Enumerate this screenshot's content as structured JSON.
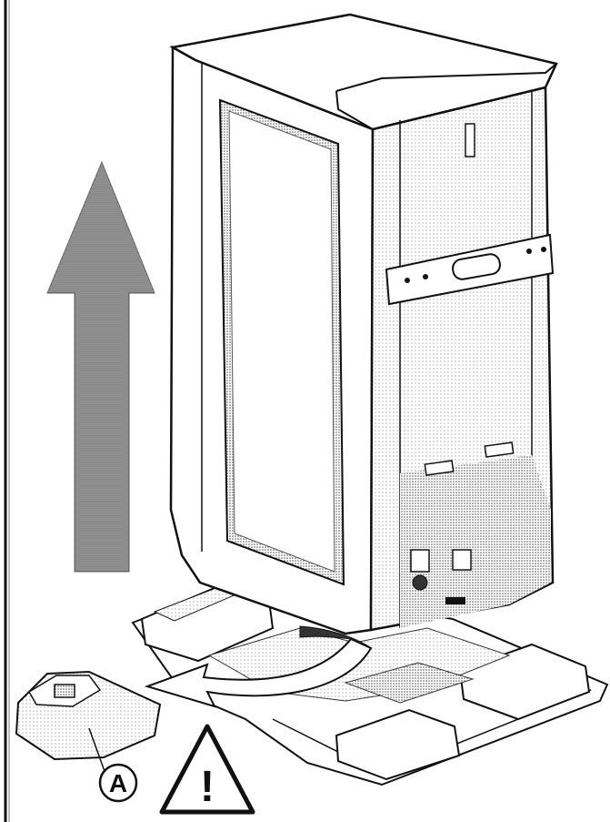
{
  "callouts": [
    {
      "id": "A",
      "label": "A"
    }
  ],
  "warning": {
    "icon": "warning-triangle-icon",
    "glyph": "!"
  },
  "arrows": [
    {
      "name": "lift-up-arrow",
      "direction": "up"
    },
    {
      "name": "remove-part-arrow",
      "direction": "left"
    }
  ],
  "colors": {
    "ink": "#111111",
    "shade": "#9a9a9a",
    "paper": "#ffffff"
  }
}
